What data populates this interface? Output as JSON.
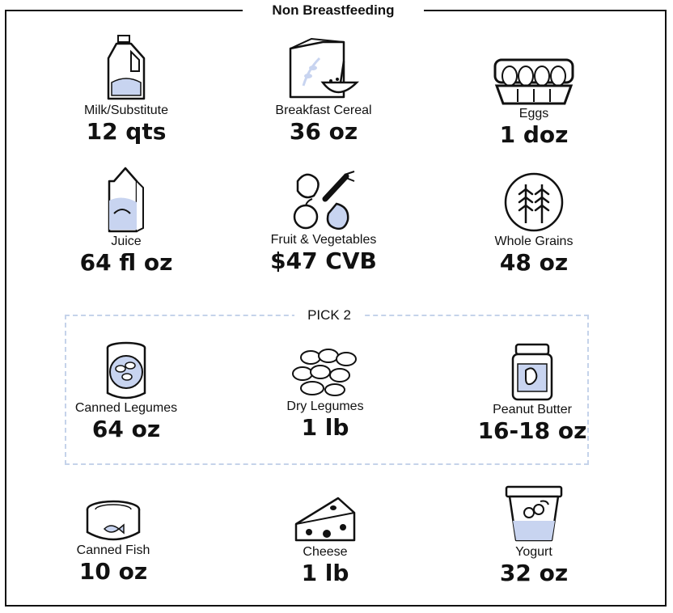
{
  "title": "Non Breastfeeding",
  "pick_label": "PICK 2",
  "colors": {
    "accent": "#c8d4f0",
    "border": "#111111",
    "dashed": "#c5d3ea"
  },
  "items": {
    "milk": {
      "label": "Milk/Substitute",
      "amount": "12 qts",
      "icon": "milk-jug-icon"
    },
    "cereal": {
      "label": "Breakfast Cereal",
      "amount": "36 oz",
      "icon": "cereal-box-icon"
    },
    "eggs": {
      "label": "Eggs",
      "amount": "1 doz",
      "icon": "egg-carton-icon"
    },
    "juice": {
      "label": "Juice",
      "amount": "64 fl oz",
      "icon": "juice-carton-icon"
    },
    "fruitveg": {
      "label": "Fruit & Vegetables",
      "amount": "$47 CVB",
      "icon": "fruit-vegetables-icon"
    },
    "grains": {
      "label": "Whole Grains",
      "amount": "48 oz",
      "icon": "wheat-icon"
    },
    "canned_legumes": {
      "label": "Canned Legumes",
      "amount": "64 oz",
      "icon": "canned-beans-icon"
    },
    "dry_legumes": {
      "label": "Dry Legumes",
      "amount": "1 lb",
      "icon": "dry-beans-icon"
    },
    "peanut_butter": {
      "label": "Peanut Butter",
      "amount": "16-18 oz",
      "icon": "peanut-butter-jar-icon"
    },
    "fish": {
      "label": "Canned Fish",
      "amount": "10 oz",
      "icon": "canned-fish-icon"
    },
    "cheese": {
      "label": "Cheese",
      "amount": "1 lb",
      "icon": "cheese-icon"
    },
    "yogurt": {
      "label": "Yogurt",
      "amount": "32 oz",
      "icon": "yogurt-cup-icon"
    }
  }
}
